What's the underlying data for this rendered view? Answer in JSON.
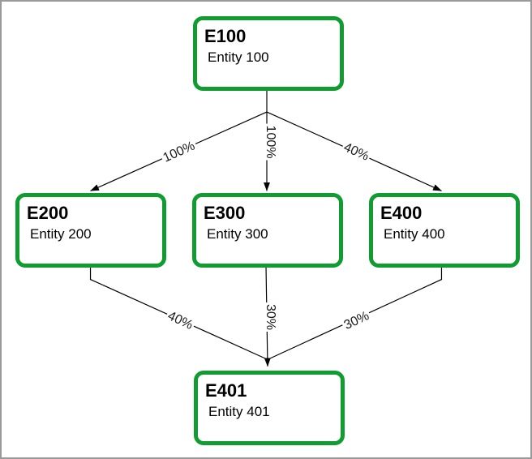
{
  "colors": {
    "canvas_background": "#ffffff",
    "canvas_border": "#999999",
    "node_border": "#109c30",
    "node_fill": "#ffffff",
    "node_text": "#000000",
    "edge_line": "#000000",
    "edge_label_text": "#1a1a1a"
  },
  "nodes": [
    {
      "key": "E100",
      "title": "E100",
      "subtitle": "Entity 100"
    },
    {
      "key": "E200",
      "title": "E200",
      "subtitle": "Entity 200"
    },
    {
      "key": "E300",
      "title": "E300",
      "subtitle": "Entity 300"
    },
    {
      "key": "E400",
      "title": "E400",
      "subtitle": "Entity 400"
    },
    {
      "key": "E401",
      "title": "E401",
      "subtitle": "Entity 401"
    }
  ],
  "edges": [
    {
      "from": "E100",
      "to": "E200",
      "label": "100%"
    },
    {
      "from": "E100",
      "to": "E300",
      "label": "100%"
    },
    {
      "from": "E100",
      "to": "E400",
      "label": "40%"
    },
    {
      "from": "E200",
      "to": "E401",
      "label": "40%"
    },
    {
      "from": "E300",
      "to": "E401",
      "label": "30%"
    },
    {
      "from": "E400",
      "to": "E401",
      "label": "30%"
    }
  ]
}
